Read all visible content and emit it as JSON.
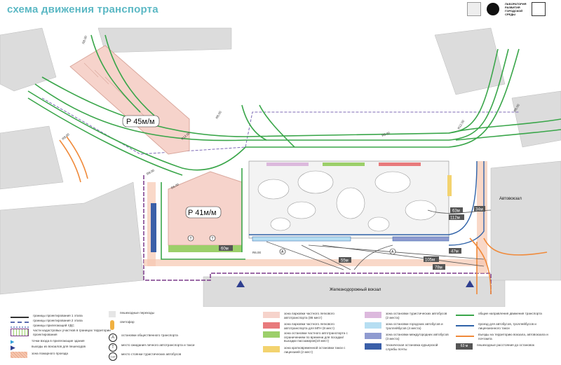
{
  "header": {
    "title": "схема движения транспорта",
    "org_text": "ЛАБОРАТОРИЯ РАЗВИТИЯ ГОРОДСКОЙ СРЕДЫ"
  },
  "map": {
    "parking_large": "P 45м/м",
    "parking_small": "P 41м/м",
    "bus_station": "Автовокзал",
    "railway_station": "Железнодорожный вокзал",
    "distances": [
      "60м",
      "55м",
      "47м",
      "105м",
      "78м",
      "63м",
      "112м",
      "34м"
    ],
    "radii": [
      "R8.00",
      "R12.00",
      "R6.00",
      "R8.00",
      "R6.00",
      "R8.00",
      "R12.00",
      "R6.00",
      "R8.00",
      "R6.00"
    ],
    "stop_marks": [
      "A",
      "A",
      "T",
      "T"
    ]
  },
  "legend": {
    "col1": [
      "границы проектирования 1 этапа",
      "границы проектирования 2 этапа",
      "границы прилегающей УДС",
      "части кадастровых участков в границах территории проектирования",
      "точки входа в прилегающие здания",
      "выходы из вокзалов для пешеходов",
      "зона пожарного проезда"
    ],
    "col2": [
      {
        "icon": "",
        "label": "пешеходные переходы"
      },
      {
        "icon": "",
        "label": "светофор"
      },
      {
        "icon": "A",
        "label": "остановки общественного транспорта"
      },
      {
        "icon": "T",
        "label": "место ожидания личного автотранспорта и такси"
      },
      {
        "icon": "ТУР",
        "label": "место стоянки туристических автобусов"
      }
    ],
    "col3": [
      {
        "color": "#f6d3cb",
        "label": "зона парковки частного легкового автотранспорта (86 мест)"
      },
      {
        "color": "#e87a7c",
        "label": "зона парковки частного легкового автотранспорта для МГН (8 мест)"
      },
      {
        "color": "#9ccf6a",
        "label": "зона остановки частного автотранспорта с ограничением по времени для посадки/высадки пассажиров(10 мест)"
      },
      {
        "color": "#f3d36f",
        "label": "зона кратковременной остановки такси с лицензией (2 мест)"
      }
    ],
    "col4": [
      {
        "color": "#dcb9dd",
        "label": "зона остановки туристических автобусов (2 места)"
      },
      {
        "color": "#b6def2",
        "label": "зона остановки городских автобусов и троллейбусов (4 места)"
      },
      {
        "color": "#8f9bd0",
        "label": "зона остановки междугородних автобусов (3 места)"
      },
      {
        "color": "#3a5fa8",
        "label": "техническая остановка курьерской службы почты"
      }
    ],
    "col5": [
      {
        "color": "#3aa64a",
        "label": "общие направления движения транспорта"
      },
      {
        "color": "#2f62a8",
        "label": "проезд для автобусов, троллейбусов и лицензионного такси"
      },
      {
        "color": "#f08a3a",
        "label": "въезды на территорию вокзала, автовокзала и почтамта"
      },
      {
        "color": "#555555",
        "label": "пешеходные расстояния до остановок",
        "badge": "63 м"
      }
    ]
  },
  "colors": {
    "road": "#3aa64a",
    "bus": "#2f62a8",
    "entry": "#f08a3a",
    "parking": "#f6d3cb",
    "title": "#5bb8c4"
  }
}
